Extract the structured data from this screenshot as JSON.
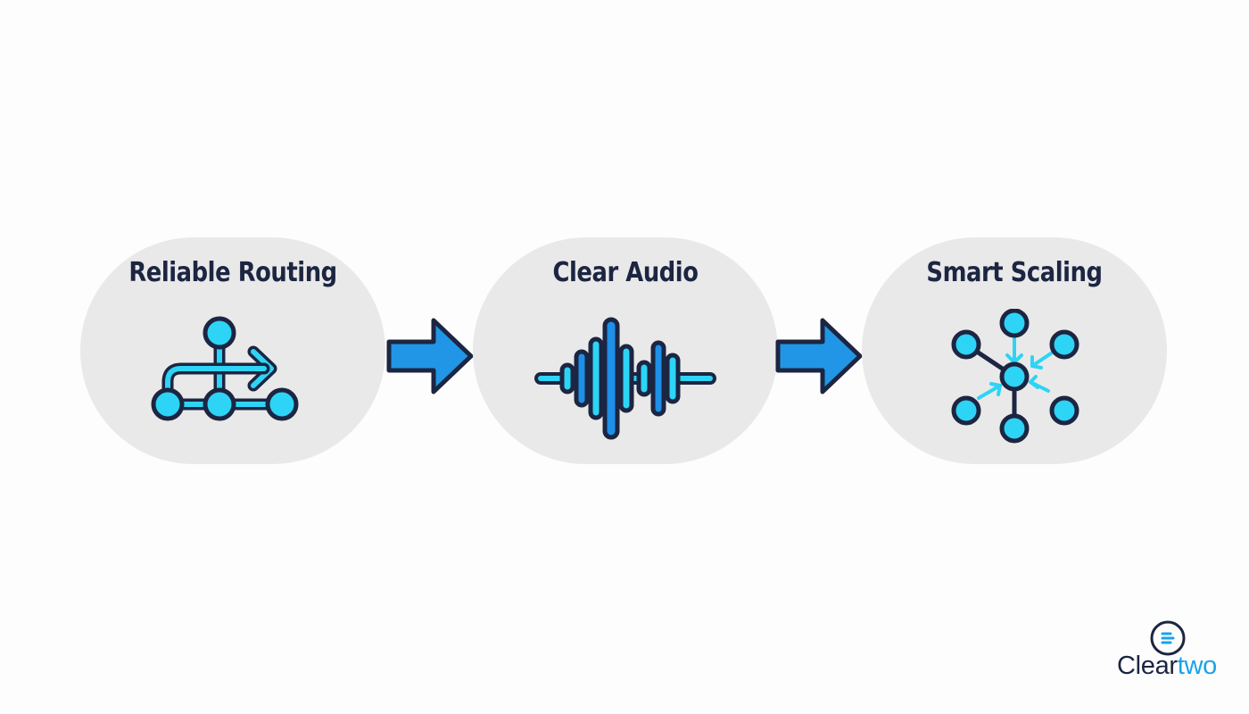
{
  "steps": [
    {
      "title": "Reliable Routing",
      "icon": "routing-icon"
    },
    {
      "title": "Clear Audio",
      "icon": "audio-waveform-icon"
    },
    {
      "title": "Smart Scaling",
      "icon": "scaling-network-icon"
    }
  ],
  "connectors": [
    "flow-arrow-icon",
    "flow-arrow-icon"
  ],
  "brand": {
    "name_part1": "Clear",
    "name_part2": "two",
    "logo_icon": "brand-logo-icon"
  },
  "colors": {
    "pill_background": "#e9e9e9",
    "outline": "#1c2541",
    "cyan": "#2dd4f5",
    "blue": "#1e90e8",
    "brand_accent": "#1aa3e8"
  }
}
